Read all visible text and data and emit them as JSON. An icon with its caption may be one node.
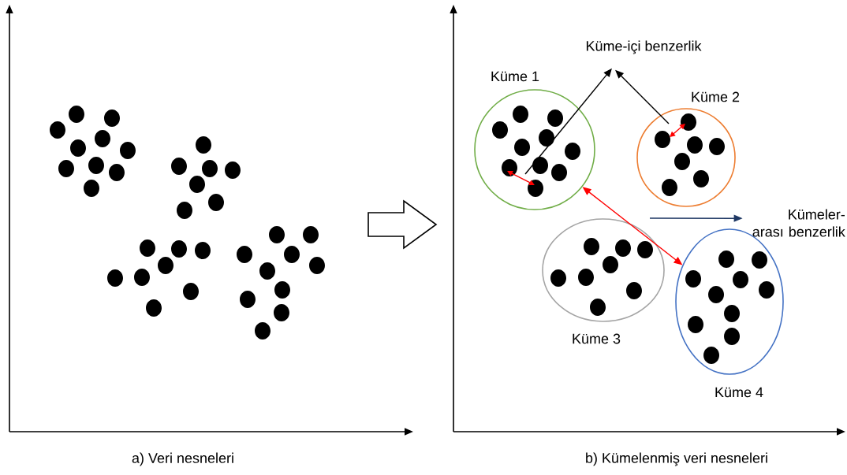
{
  "diagram": {
    "nodes": [
      {
        "text": [
          "Küme-içi benzerlik"
        ]
      },
      {
        "text": [
          "Küme 1"
        ]
      },
      {
        "text": [
          "Küme 2"
        ]
      },
      {
        "text": [
          "Küme 3"
        ]
      },
      {
        "text": [
          "Küme 4"
        ]
      },
      {
        "text": [
          "Kümeler-arası benzerlik"
        ]
      }
    ],
    "edges": [
      {
        "from": 1,
        "to": 0,
        "arrow": "to"
      },
      {
        "from": 2,
        "to": 0,
        "arrow": "to"
      },
      {
        "from": 1,
        "to": 4,
        "arrow": "both",
        "color": "#ff0000"
      },
      {
        "from": null,
        "to": 5,
        "arrow": "to",
        "color": "#1f3864"
      }
    ],
    "labels": [
      "a) Veri nesneleri",
      "b) Kümelenmiş veri nesneleri"
    ]
  }
}
